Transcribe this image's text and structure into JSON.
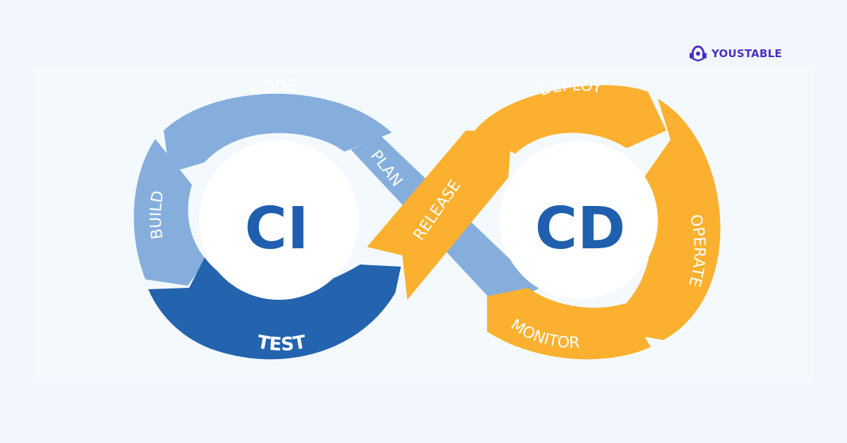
{
  "brand": {
    "name": "YOUSTABLE",
    "icon": "helmet-logo-icon",
    "color": "#4B2FC4"
  },
  "diagram": {
    "ci_label": "CI",
    "cd_label": "CD",
    "stages": {
      "code": "CODE",
      "build": "BUILD",
      "test": "TEST",
      "plan": "PLAN",
      "release": "RELEASE",
      "deploy": "DEPLOY",
      "operate": "OPERATE",
      "monitor": "MONITOR"
    },
    "colors": {
      "ci_light": "#85AEDD",
      "ci_dark": "#2463AE",
      "cd_orange": "#FBB12F",
      "hub_text": "#1F5FAE",
      "background": "#F2F7FD"
    }
  }
}
